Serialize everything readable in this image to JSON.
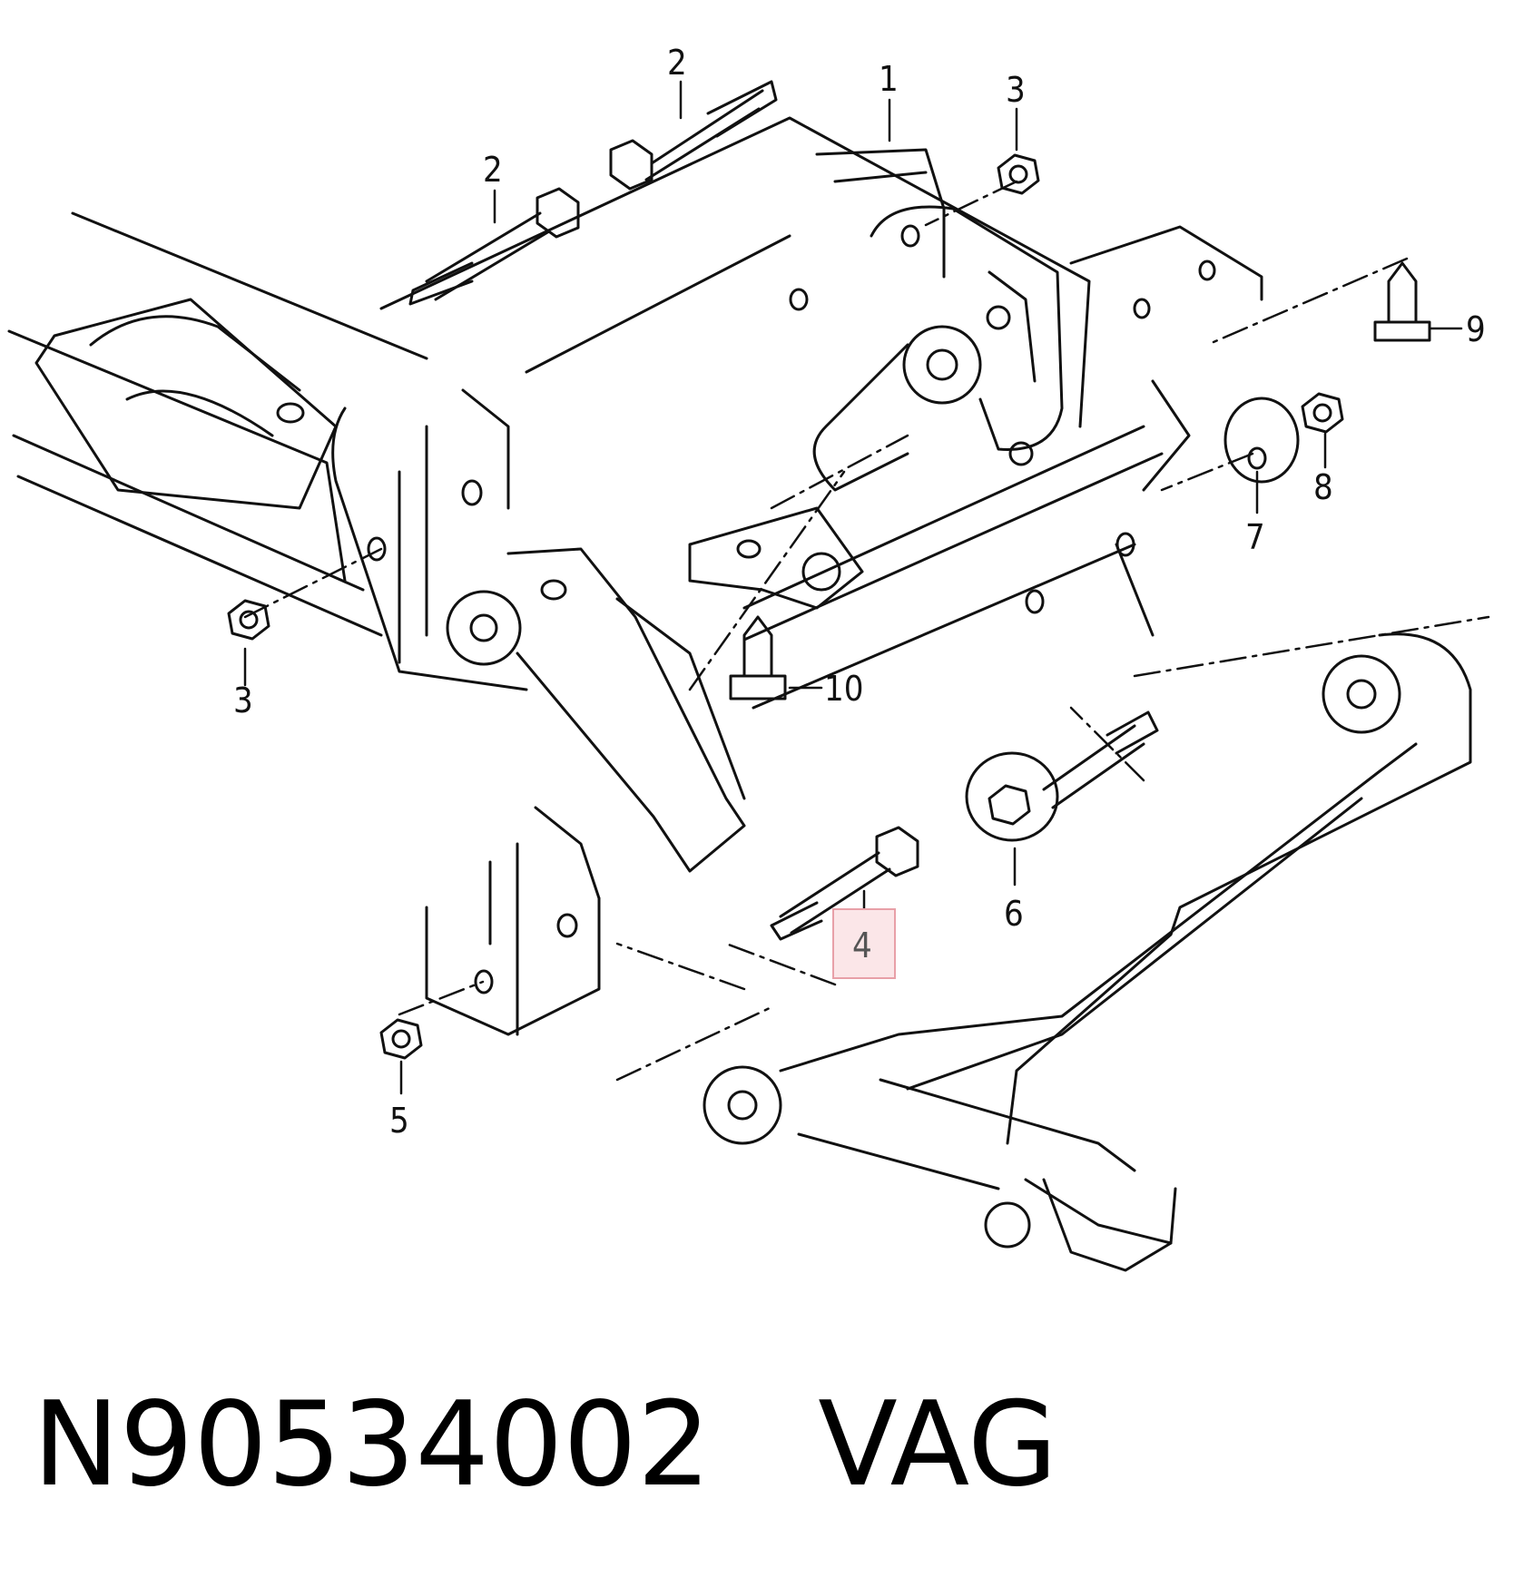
{
  "callouts": [
    {
      "id": "1",
      "label": "1"
    },
    {
      "id": "2a",
      "label": "2"
    },
    {
      "id": "2b",
      "label": "2"
    },
    {
      "id": "3a",
      "label": "3"
    },
    {
      "id": "3b",
      "label": "3"
    },
    {
      "id": "4",
      "label": "4",
      "highlighted": true
    },
    {
      "id": "5",
      "label": "5"
    },
    {
      "id": "6",
      "label": "6"
    },
    {
      "id": "7",
      "label": "7"
    },
    {
      "id": "8",
      "label": "8"
    },
    {
      "id": "9",
      "label": "9"
    },
    {
      "id": "10",
      "label": "10"
    }
  ],
  "highlight_color": "#e8a0a8",
  "highlight_fill": "#fbe6e8",
  "caption": {
    "part_number": "N90534002",
    "brand": "VAG"
  }
}
